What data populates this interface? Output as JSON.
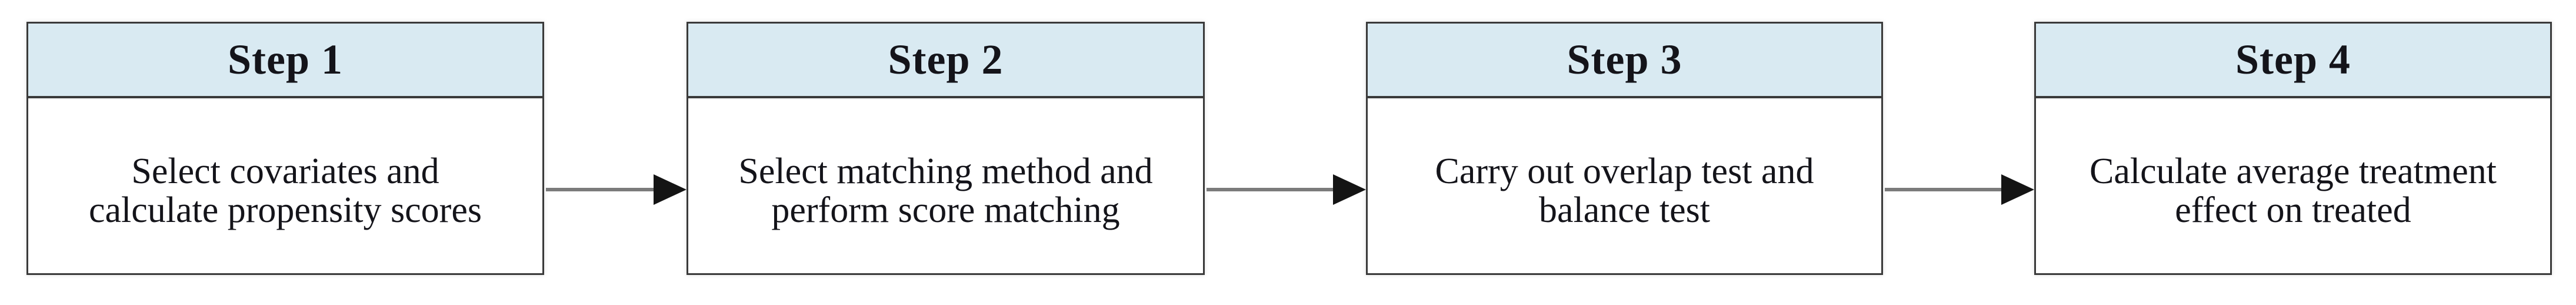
{
  "diagram": {
    "type": "flowchart",
    "direction": "left-to-right",
    "steps": [
      {
        "label": "Step 1",
        "lines": [
          "Select covariates and",
          "calculate propensity scores"
        ]
      },
      {
        "label": "Step 2",
        "lines": [
          "Select matching method and",
          "perform score matching"
        ]
      },
      {
        "label": "Step 3",
        "lines": [
          "Carry out overlap test and",
          "balance test"
        ]
      },
      {
        "label": "Step 4",
        "lines": [
          "Calculate average treatment",
          "effect on treated"
        ]
      }
    ],
    "connectors": [
      {
        "from": "Step 1",
        "to": "Step 2",
        "icon": "right-arrow"
      },
      {
        "from": "Step 2",
        "to": "Step 3",
        "icon": "right-arrow"
      },
      {
        "from": "Step 3",
        "to": "Step 4",
        "icon": "right-arrow"
      }
    ],
    "colors": {
      "header_background": "#d9eaf2",
      "box_border": "#3a3a3a",
      "arrow_line": "#7b7b7b",
      "arrow_head": "#141414",
      "text": "#14141a",
      "page_background": "#ffffff"
    }
  }
}
